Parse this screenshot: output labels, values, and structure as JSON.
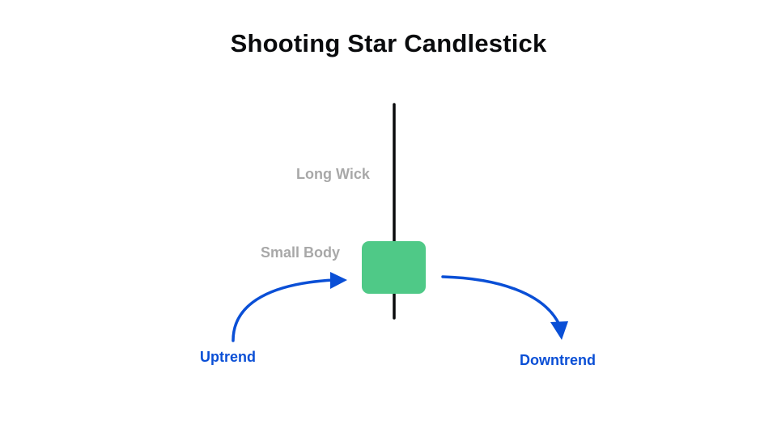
{
  "title": "Shooting Star Candlestick",
  "labels": {
    "long_wick": "Long Wick",
    "small_body": "Small Body",
    "uptrend": "Uptrend",
    "downtrend": "Downtrend"
  },
  "colors": {
    "title": "#0a0b0d",
    "annotation_gray": "#a8a8a8",
    "trend_blue": "#0a4fd6",
    "body_green": "#4fc987",
    "wick_black": "#0a0b0d"
  }
}
